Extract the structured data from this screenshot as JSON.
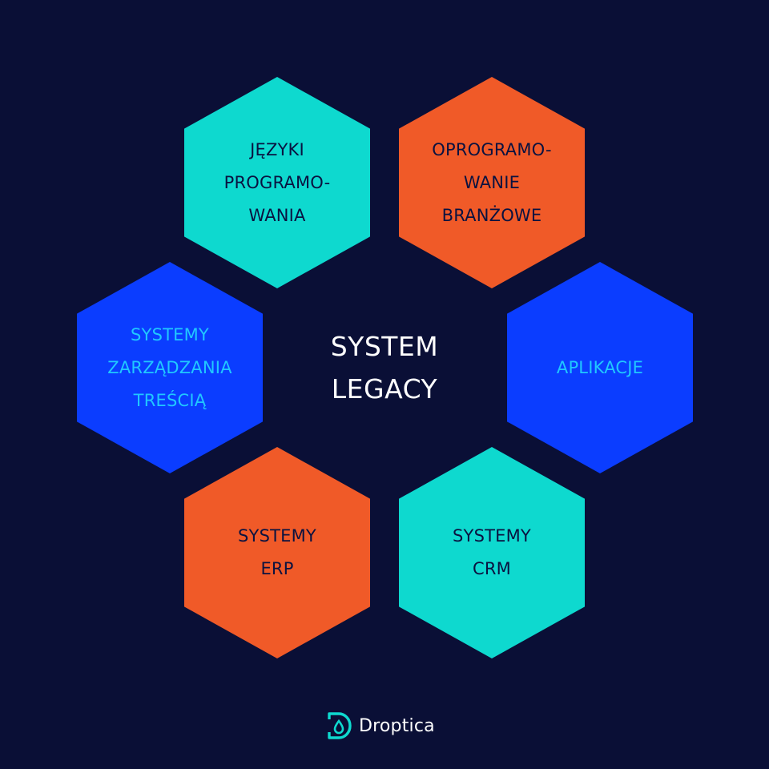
{
  "colors": {
    "background": "#0a0f36",
    "teal": "#0ed9cf",
    "orange": "#f05a28",
    "blue": "#0b3dff",
    "dark_text": "#0a1240",
    "cyan_text": "#20c8ff",
    "white": "#ffffff"
  },
  "center": {
    "title": "SYSTEM\nLEGACY"
  },
  "hexagons": [
    {
      "id": "jezyki",
      "label": "JĘZYKI\nPROGRAMO-\nWANIA",
      "fill": "#0ed9cf",
      "text_color": "#0a1240"
    },
    {
      "id": "oprogramowanie",
      "label": "OPROGRAMO-\nWANIE\nBRANŻOWE",
      "fill": "#f05a28",
      "text_color": "#0a1240"
    },
    {
      "id": "cms",
      "label": "SYSTEMY\nZARZĄDZANIA\nTREŚCIĄ",
      "fill": "#0b3dff",
      "text_color": "#20c8ff"
    },
    {
      "id": "aplikacje",
      "label": "APLIKACJE",
      "fill": "#0b3dff",
      "text_color": "#20c8ff"
    },
    {
      "id": "erp",
      "label": "SYSTEMY\nERP",
      "fill": "#f05a28",
      "text_color": "#0a1240"
    },
    {
      "id": "crm",
      "label": "SYSTEMY\nCRM",
      "fill": "#0ed9cf",
      "text_color": "#0a1240"
    }
  ],
  "logo": {
    "icon": "droptica-logo-icon",
    "text": "Droptica",
    "icon_color": "#0ed9cf"
  }
}
